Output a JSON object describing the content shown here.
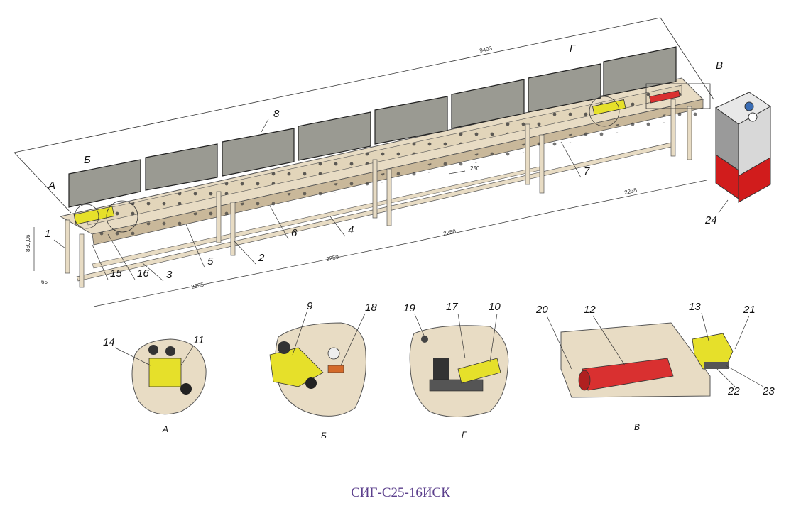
{
  "title": "СИГ-С25-16ИСК",
  "dimensions": {
    "overall_length": "9403",
    "height": "850,06",
    "depth": "65",
    "span_1": "2235",
    "span_2": "2250",
    "span_3": "2250",
    "span_4": "2235",
    "hole_pitch": "250"
  },
  "part_labels": [
    "1",
    "2",
    "3",
    "4",
    "5",
    "6",
    "7",
    "8",
    "15",
    "16",
    "24",
    "А",
    "Б",
    "Г",
    "В"
  ],
  "detail_captions": [
    "А",
    "Б",
    "Г",
    "В"
  ],
  "detail_labels": {
    "A": [
      "14",
      "11"
    ],
    "B": [
      "9",
      "18"
    ],
    "G": [
      "19",
      "17",
      "10"
    ],
    "V": [
      "20",
      "12",
      "13",
      "21",
      "22",
      "23"
    ]
  },
  "colors": {
    "frame": "#e8dcc4",
    "frame_dark": "#c9b89a",
    "panel": "#9a9a92",
    "accent": "#e6e02a",
    "cylinder": "#d93030",
    "station_red": "#d11c1c",
    "title": "#5b3f8c"
  }
}
